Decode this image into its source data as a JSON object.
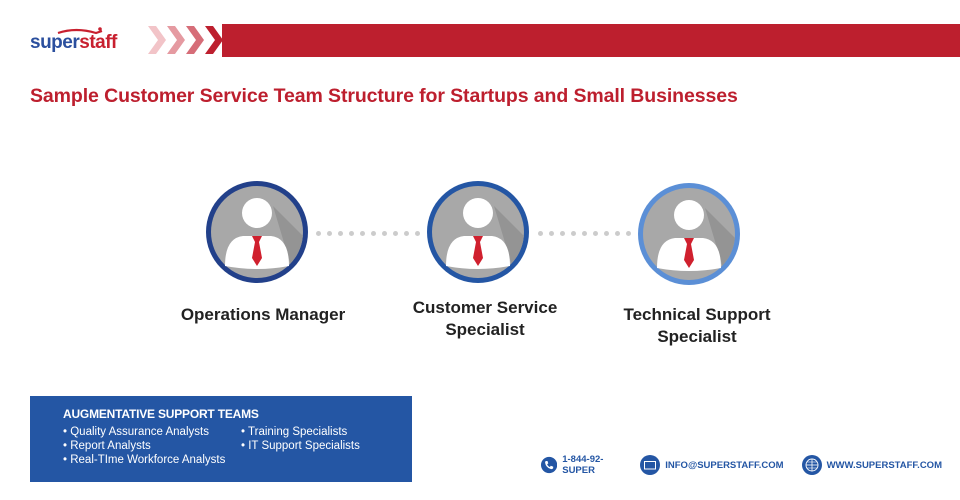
{
  "brand": {
    "logo_part1": "super",
    "logo_part2": "staff",
    "primary_red": "#bd1f2e",
    "primary_blue": "#2456a4"
  },
  "title": "Sample Customer Service Team Structure for Startups and Small Businesses",
  "nodes": [
    {
      "label_line1": "Operations Manager",
      "label_line2": "",
      "ring_color": "#22408a",
      "icon": "person-with-tie-icon"
    },
    {
      "label_line1": "Customer Service",
      "label_line2": "Specialist",
      "ring_color": "#2456a4",
      "icon": "person-with-tie-icon"
    },
    {
      "label_line1": "Technical Support",
      "label_line2": "Specialist",
      "ring_color": "#5b8fd6",
      "icon": "person-with-tie-icon"
    }
  ],
  "augmentative": {
    "heading": "AUGMENTATIVE SUPPORT TEAMS",
    "col1": [
      "Quality Assurance Analysts",
      "Report Analysts",
      "Real-TIme Workforce Analysts"
    ],
    "col2": [
      "Training Specialists",
      "IT Support Specialists"
    ]
  },
  "contacts": {
    "phone": "1-844-92-SUPER",
    "email": "INFO@SUPERSTAFF.COM",
    "website": "WWW.SUPERSTAFF.COM"
  }
}
